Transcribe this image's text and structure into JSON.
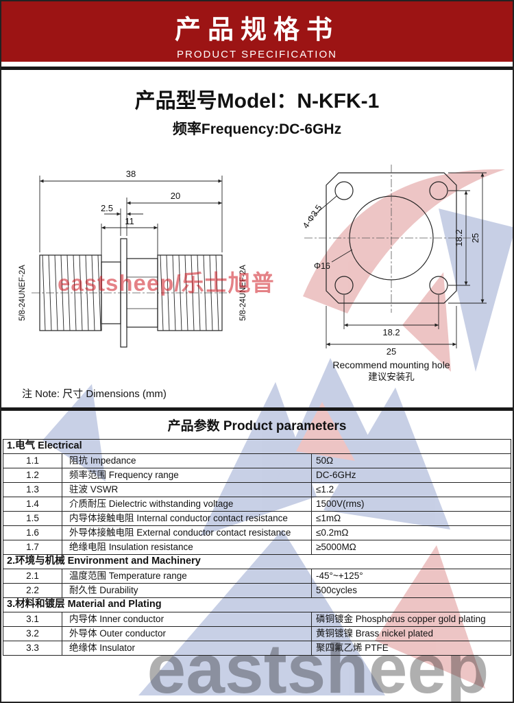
{
  "header": {
    "title": "产品规格书",
    "subtitle": "PRODUCT SPECIFICATION",
    "bg_color": "#9c1414"
  },
  "product": {
    "model_label": "产品型号Model：",
    "model": "N-KFK-1",
    "frequency_label": "频率Frequency:",
    "frequency": "DC-6GHz"
  },
  "drawing": {
    "note": "注 Note:  尺寸 Dimensions (mm)",
    "side_view": {
      "total_length": "38",
      "flange_thickness": "2.5",
      "right_length": "20",
      "flange_width": "11",
      "thread_left": "5/8-24UNEF-2A",
      "thread_right": "5/8-24UNEF-2A"
    },
    "mounting": {
      "holes_label": "4-Φ3.5",
      "center_hole_label": "Φ16",
      "hole_pitch_vertical": "18.2",
      "flange_size_vertical": "25",
      "hole_pitch_horizontal": "18.2",
      "flange_size_horizontal": "25",
      "caption_en": "Recommend mounting hole",
      "caption_cn": "建议安装孔"
    }
  },
  "watermark": {
    "red_text": "eastsheep/乐士旭普",
    "bottom_text": "eastsheep",
    "blue": "#3a55a5",
    "red": "#c03030"
  },
  "parameters": {
    "title": "产品参数 Product parameters",
    "sections": [
      {
        "heading": "1.电气 Electrical",
        "rows": [
          {
            "no": "1.1",
            "name": "阻抗 Impedance",
            "value": "50Ω"
          },
          {
            "no": "1.2",
            "name": "频率范围 Frequency range",
            "value": "DC-6GHz"
          },
          {
            "no": "1.3",
            "name": "驻波 VSWR",
            "value": "≤1.2"
          },
          {
            "no": "1.4",
            "name": "介质耐压 Dielectric withstanding voltage",
            "value": "1500V(rms)"
          },
          {
            "no": "1.5",
            "name": "内导体接触电阻 Internal conductor contact resistance",
            "value": "≤1mΩ"
          },
          {
            "no": "1.6",
            "name": "外导体接触电阻 External conductor contact resistance",
            "value": "≤0.2mΩ"
          },
          {
            "no": "1.7",
            "name": "绝缘电阻 Insulation resistance",
            "value": "≥5000MΩ"
          }
        ]
      },
      {
        "heading": "2.环境与机械 Environment and Machinery",
        "rows": [
          {
            "no": "2.1",
            "name": "温度范围 Temperature range",
            "value": "-45°~+125°"
          },
          {
            "no": "2.2",
            "name": "耐久性 Durability",
            "value": "500cycles"
          }
        ]
      },
      {
        "heading": "3.材料和镀层 Material and Plating",
        "rows": [
          {
            "no": "3.1",
            "name": "内导体 Inner conductor",
            "value": "磷铜镀金 Phosphorus copper gold plating"
          },
          {
            "no": "3.2",
            "name": "外导体 Outer conductor",
            "value": "黄铜镀镍 Brass nickel plated"
          },
          {
            "no": "3.3",
            "name": "绝缘体 Insulator",
            "value": "聚四氟乙烯 PTFE"
          }
        ]
      }
    ]
  }
}
